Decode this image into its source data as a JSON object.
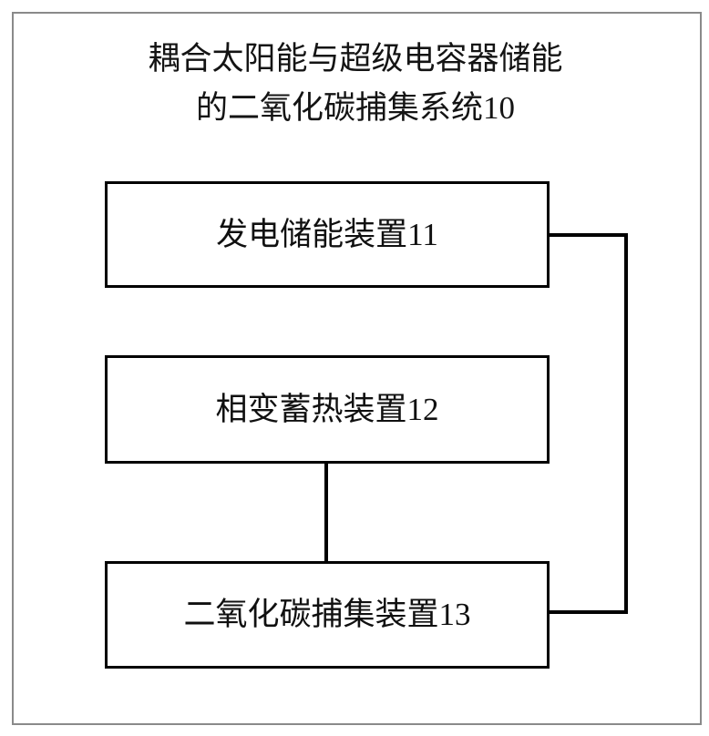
{
  "figure": {
    "title_lines": [
      "耦合太阳能与超级电容器储能",
      "的二氧化碳捕集系统10"
    ],
    "title_full": "耦合太阳能与超级电容器储能的二氧化碳捕集系统10",
    "frame_color": "#8a8a8a",
    "line_color": "#000000",
    "background_color": "#ffffff",
    "blocks": [
      {
        "id": "11",
        "label": "发电储能装置11"
      },
      {
        "id": "12",
        "label": "相变蓄热装置12"
      },
      {
        "id": "13",
        "label": "二氧化碳捕集装置13"
      }
    ],
    "connectors": [
      {
        "from": "12",
        "to": "13",
        "style": "vertical-line"
      },
      {
        "from": "11",
        "to": "13",
        "style": "right-side-elbow"
      }
    ]
  }
}
